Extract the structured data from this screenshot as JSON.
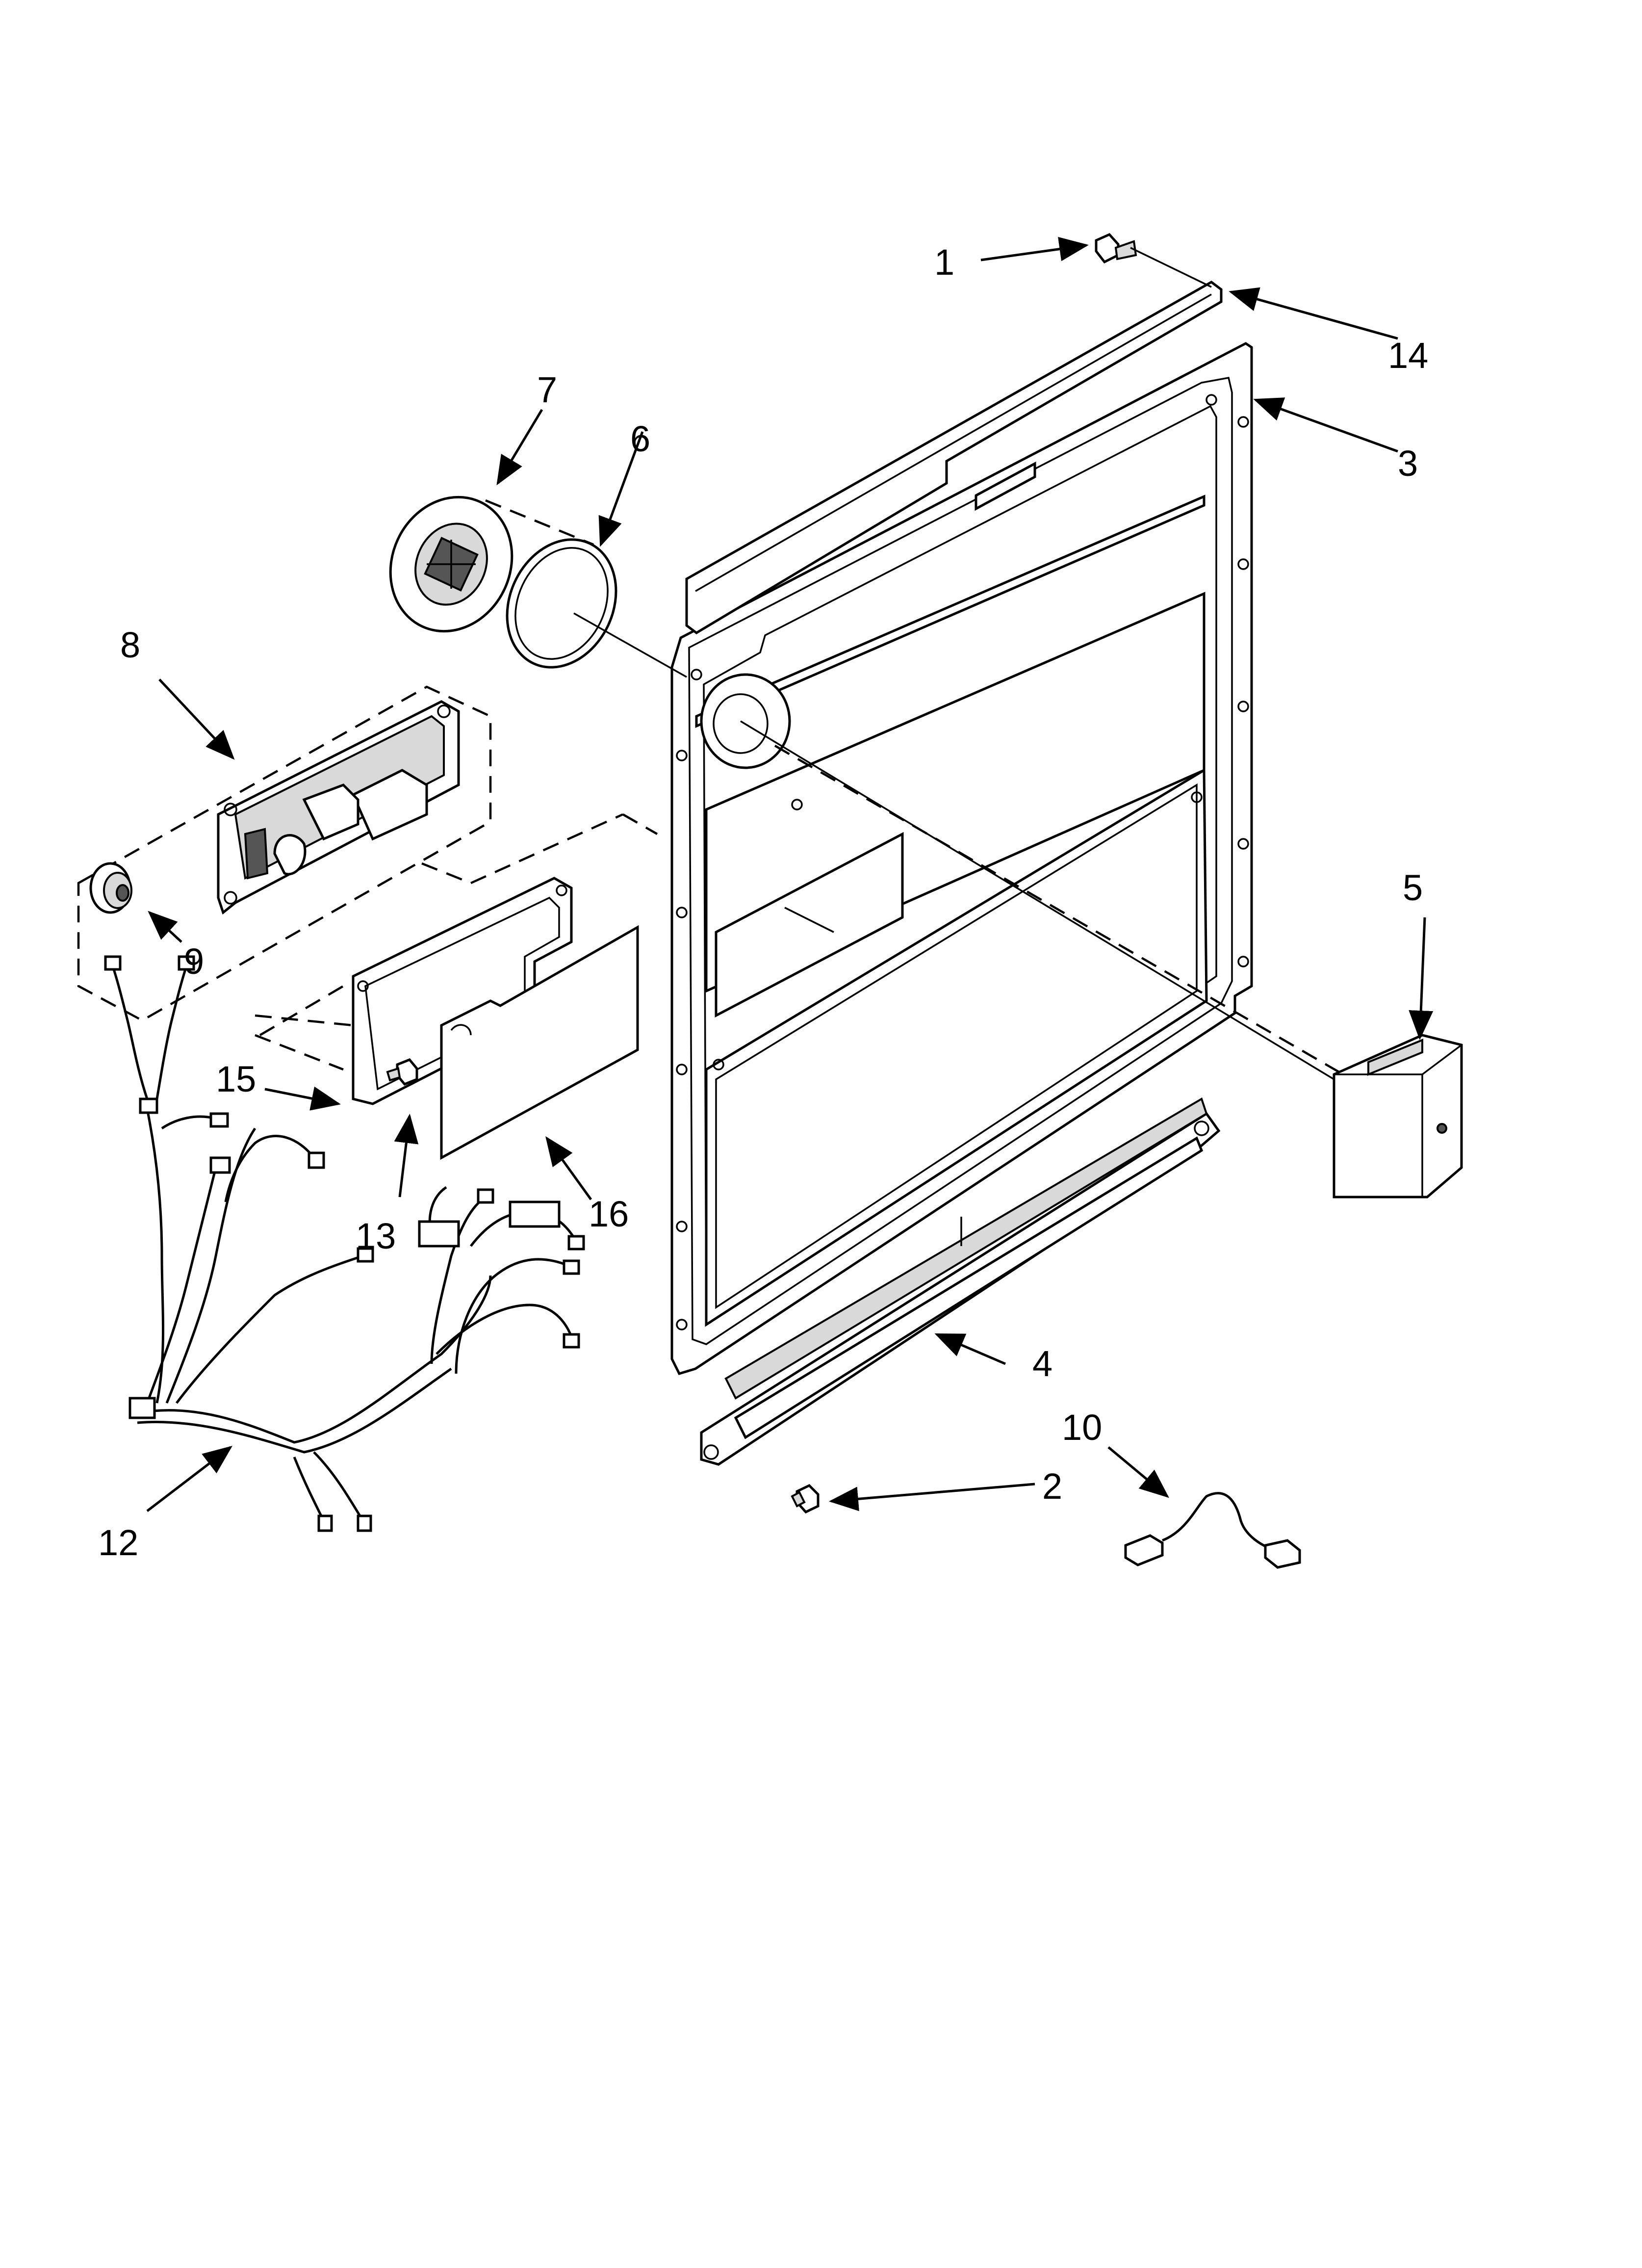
{
  "callouts": {
    "c1": "1",
    "c2": "2",
    "c3": "3",
    "c4": "4",
    "c5": "5",
    "c6": "6",
    "c7": "7",
    "c8": "8",
    "c9": "9",
    "c10": "10",
    "c12": "12",
    "c13": "13",
    "c14": "14",
    "c15": "15",
    "c16": "16"
  }
}
